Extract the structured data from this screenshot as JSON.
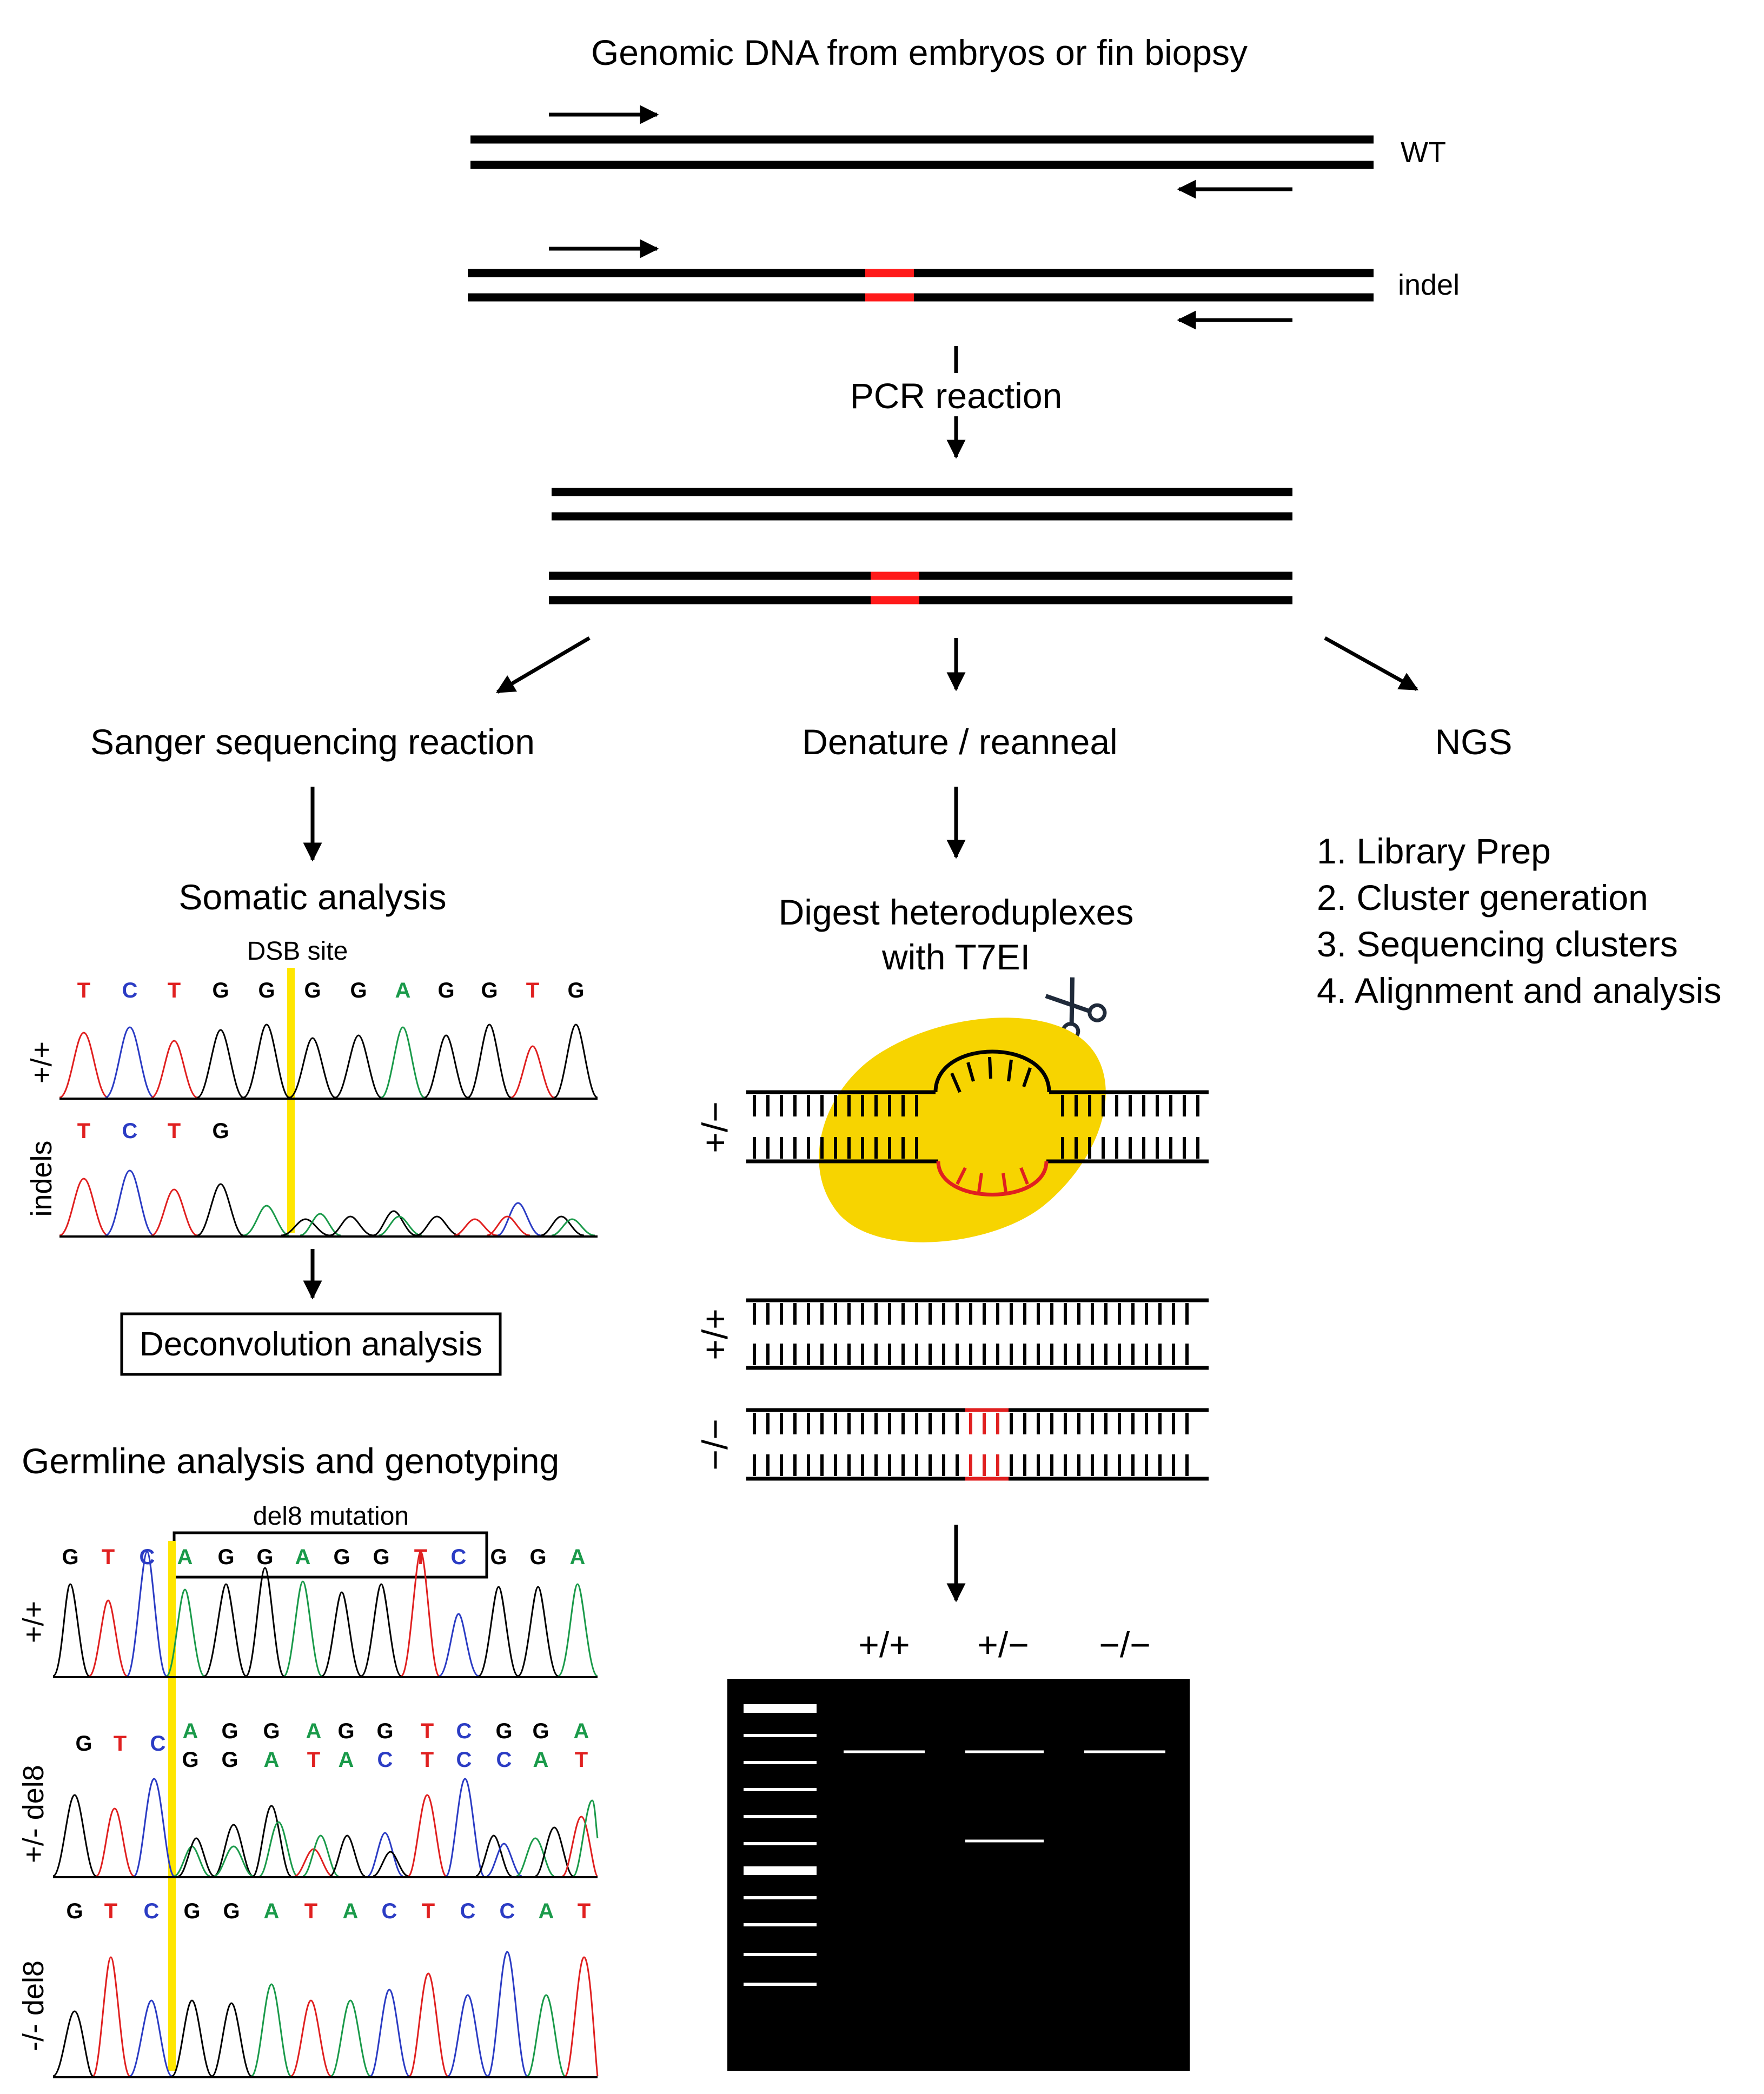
{
  "title": "Genomic DNA from embryos or fin biopsy",
  "dna_labels": {
    "wt": "WT",
    "indel": "indel"
  },
  "pcr_label": "PCR reaction",
  "branches": {
    "sanger": "Sanger sequencing reaction",
    "denature": "Denature / reanneal",
    "ngs": "NGS"
  },
  "ngs_steps": [
    "1. Library Prep",
    "2. Cluster generation",
    "3. Sequencing clusters",
    "4. Alignment and analysis"
  ],
  "somatic": {
    "title": "Somatic analysis",
    "dsb_label": "DSB site",
    "wt_row_label": "+/+",
    "indel_row_label": "indels",
    "wt_bases": [
      "T",
      "C",
      "T",
      "G",
      "G",
      "G",
      "G",
      "A",
      "G",
      "G",
      "T",
      "G"
    ],
    "indel_bases": [
      "T",
      "C",
      "T",
      "G"
    ],
    "deconvolution": "Deconvolution analysis"
  },
  "germline": {
    "title": "Germline analysis and genotyping",
    "del8_label": "del8 mutation",
    "rows": [
      {
        "label": "+/+",
        "bases_top": [
          "G",
          "T",
          "C",
          "A",
          "G",
          "G",
          "A",
          "G",
          "G",
          "T",
          "C",
          "G",
          "G",
          "A"
        ],
        "bases_bottom": []
      },
      {
        "label": "+/- del8",
        "bases_top": [
          "G",
          "T",
          "C",
          "A",
          "G",
          "G",
          "A",
          "G",
          "G",
          "T",
          "C",
          "G",
          "G",
          "A"
        ],
        "bases_bottom": [
          "G",
          "G",
          "A",
          "T",
          "A",
          "C",
          "T",
          "C",
          "C",
          "A",
          "T"
        ]
      },
      {
        "label": "-/- del8",
        "bases_top": [
          "G",
          "T",
          "C",
          "G",
          "G",
          "A",
          "T",
          "A",
          "C",
          "T",
          "C",
          "C",
          "A",
          "T"
        ],
        "bases_bottom": []
      }
    ]
  },
  "t7ei": {
    "title_line1": "Digest heteroduplexes",
    "title_line2": "with T7EI",
    "duplex_labels": [
      "+/−",
      "+/+",
      "−/−"
    ],
    "scissors_icon": "scissors-icon"
  },
  "gel": {
    "lane_labels": [
      "+/+",
      "+/−",
      "−/−"
    ]
  },
  "colors": {
    "A": "#1a9a4a",
    "C": "#2b3cc4",
    "G": "#000000",
    "T": "#e02020",
    "highlight": "#ffe600",
    "mutation": "#ff1a1a",
    "enzyme": "#f7d400",
    "gel": "#000000"
  }
}
